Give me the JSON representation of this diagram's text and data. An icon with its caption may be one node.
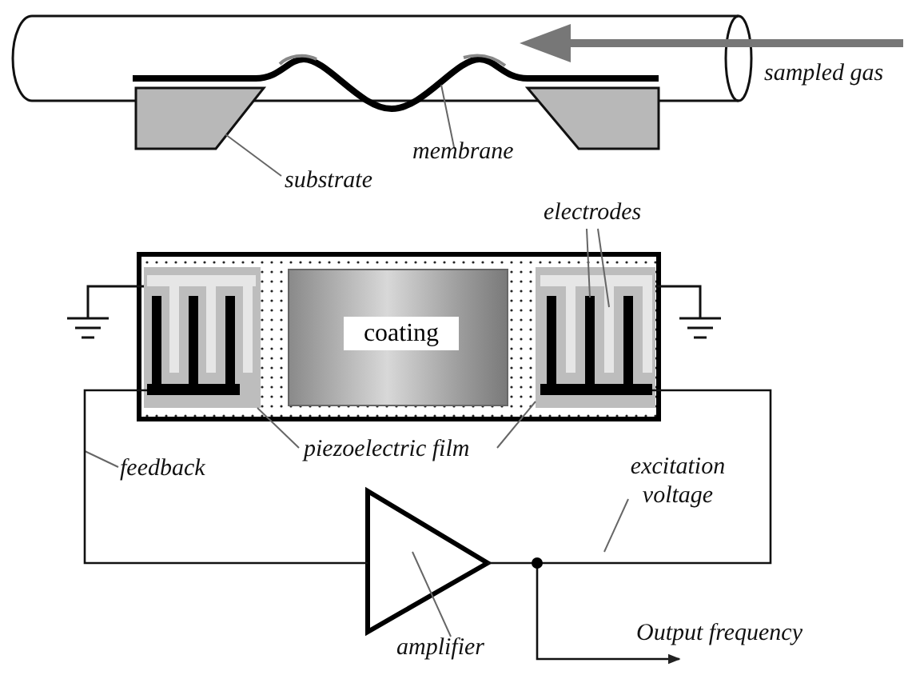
{
  "diagram": {
    "nodes": [
      {
        "text": [
          "substrate"
        ]
      },
      {
        "text": [],
        "shape": "box"
      },
      {
        "text": [],
        "shape": "box"
      },
      {
        "text": [
          "membrane"
        ]
      },
      {
        "text": [],
        "shape": "bar"
      },
      {
        "text": [
          "electrodes"
        ]
      },
      {
        "text": [],
        "shape": "comb",
        "in": 11
      },
      {
        "text": [],
        "shape": "comb",
        "in": 11
      },
      {
        "text": [
          "coating"
        ]
      },
      {
        "text": [
          "piezoelectric film"
        ]
      },
      {
        "text": [],
        "shape": "box"
      },
      {
        "text": [],
        "shape": "box"
      },
      {
        "text": [
          "feedback"
        ]
      },
      {
        "text": [
          "excitation voltage"
        ]
      },
      {
        "text": [],
        "shape": "triangle"
      },
      {
        "text": [
          "amplifier"
        ]
      },
      {
        "text": [],
        "shape": "comb",
        "in": 10
      },
      {
        "text": [],
        "shape": "circle"
      },
      {
        "text": [],
        "shape": "comb",
        "in": 10
      },
      {
        "text": [
          "Output frequency"
        ]
      }
    ],
    "edges": [
      {
        "from": 0,
        "to": 1,
        "arrow": "none"
      },
      {
        "from": 3,
        "to": 4,
        "arrow": "none"
      },
      {
        "from": 5,
        "to": 6,
        "arrow": "none"
      },
      {
        "from": 5,
        "to": 7,
        "arrow": "none"
      },
      {
        "from": 9,
        "to": 10,
        "arrow": "none"
      },
      {
        "from": 9,
        "to": 11,
        "arrow": "none"
      },
      {
        "from": 12,
        "to": null,
        "arrow": "none"
      },
      {
        "from": 13,
        "to": null,
        "arrow": "none"
      },
      {
        "from": 15,
        "to": 14,
        "arrow": "none"
      },
      {
        "from": 16,
        "to": 14,
        "arrow": "none"
      },
      {
        "from": 14,
        "to": 17,
        "arrow": "none"
      },
      {
        "from": 17,
        "to": 6,
        "arrow": "none"
      },
      {
        "from": 17,
        "to": 19,
        "arrow": "to"
      }
    ],
    "labels": [
      "sampled gas"
    ]
  }
}
